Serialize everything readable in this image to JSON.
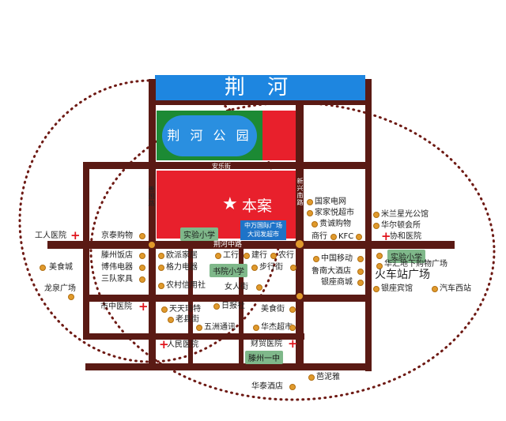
{
  "river": "荆 河",
  "park": "荆 河 公 园",
  "project": {
    "star": "★",
    "name": "本案"
  },
  "mall_badge": [
    "中万国际广场",
    "大润发超市"
  ],
  "colors": {
    "river": "#1e86e0",
    "park_bg": "#1c8a34",
    "park_pond": "#2a8fe0",
    "project_block": "#e8202c",
    "roads": "#5a1a14",
    "dotted_ring": "#6e1a14",
    "poi_dot": "#e09a2c",
    "hospital_cross": "#e0141c",
    "school_badge": "#7fb88a"
  },
  "roads": {
    "anle": "安乐街",
    "shanguo": "善国路",
    "jinghe_middle": "荆河中路",
    "xinxing_south": "新兴南路"
  },
  "pois": {
    "gongren_yiyuan": "工人医院",
    "jingtai_gouwu": "京泰购物",
    "tengzhou_fandian": "滕州饭店",
    "meishi_cheng": "美食城",
    "bowei_dianqi": "博伟电器",
    "sanjiao_jiaju": "三队家具",
    "longquan_guangchang": "龙泉广场",
    "shizhong_yiyuan": "市中医院",
    "oupai_jiaju": "欧派家居",
    "geli_dianqi": "格力电器",
    "nongcun_xinyongshe": "农村信用社",
    "gonghang": "工行",
    "jianhang": "建行",
    "nonghang": "农行",
    "buxing_jie": "步行街",
    "nvren_jie": "女人街",
    "ribao_she": "日报社",
    "meishi_jie": "美食街",
    "wuzhou_tongxun": "五洲通讯",
    "huajie_chaoshi": "华杰超市",
    "renmin_yiyuan": "人民医院",
    "caimao_yiyuan": "财贸医院",
    "tiantian_mate": "天天玛特",
    "laoxian_jie": "老县街",
    "huatai_jiudian": "华泰酒店",
    "feng_ya": "芭泥雅",
    "guojia_dianwang": "国家电网",
    "jiajiayue_chaoshi": "家家悦超市",
    "guicheng_gouwu": "贵诚购物",
    "shanghang": "商行",
    "kfc": "KFC",
    "zhongguo_yidong": "中国移动",
    "lunan_dajiudian": "鲁南大酒店",
    "yinzuo_shangcheng": "银座商城",
    "milan_xingguang": "米兰星光公馆",
    "huaer_tuihuisuo": "华尔顿会所",
    "xiehe_yiyuan": "协和医院",
    "huahui_dixia": "华汇地下购物广场",
    "huochezhan_guangchang": "火车站广场",
    "yinzuo_binguan": "银座宾馆",
    "qiche_zhan": "汽车西站"
  },
  "schools": {
    "shiyan_xiaoxue_left": "实验小学",
    "shuyuan_xiaoxue": "书院小学",
    "tengzhou_yizhong": "滕州一中",
    "shiyan_xiaoxue_right": "实验小学"
  }
}
